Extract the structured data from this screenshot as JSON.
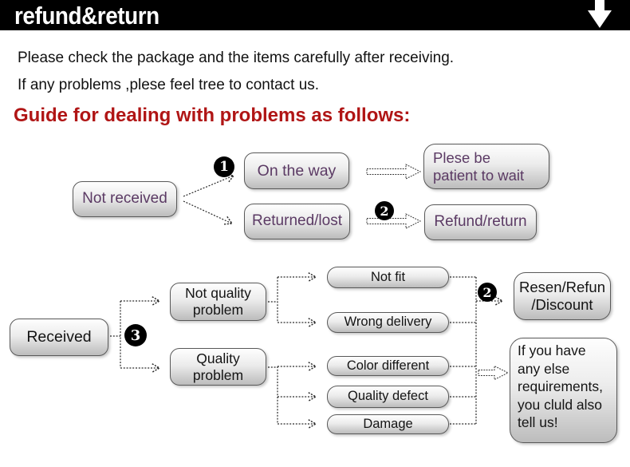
{
  "header": {
    "title": "refund&return",
    "arrow_icon": "down-arrow"
  },
  "intro": {
    "line1": "Please check the package and the items carefully after receiving.",
    "line2": "If any problems ,plese feel tree to contact us."
  },
  "guide_heading": "Guide for dealing with problems as follows:",
  "colors": {
    "header_bg": "#000000",
    "header_text": "#ffffff",
    "heading_red": "#b01515",
    "flow1_text_purple": "#5b3a64",
    "flow2_text_black": "#141414",
    "node_border_gray": "#595959",
    "node_fill_top": "#fefefe",
    "node_fill_bottom": "#bcbcbc",
    "badge_bg": "#000000",
    "badge_text": "#ffffff"
  },
  "flow1": {
    "badge1": "1",
    "badge2": "2",
    "not_received": "Not received",
    "on_the_way": "On the way",
    "returned_lost": "Returned/lost",
    "be_patient": "Plese be\npatient to wait",
    "refund_return": "Refund/return"
  },
  "flow2": {
    "badge3": "3",
    "badge2": "2",
    "received": "Received",
    "not_quality": "Not quality\nproblem",
    "quality": "Quality\nproblem",
    "not_fit": "Not fit",
    "wrong_delivery": "Wrong delivery",
    "color_different": "Color different",
    "quality_defect": "Quality defect",
    "damage": "Damage",
    "resen_refund": "Resen/Refun\n/Discount",
    "note": "If you have\nany else\nrequirements,\nyou cluld also\ntell us!"
  }
}
